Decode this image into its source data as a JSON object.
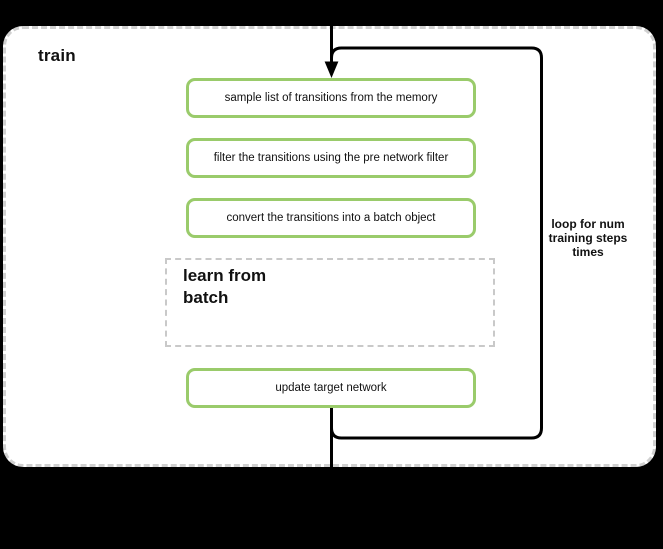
{
  "page": {
    "background_color": "#000000"
  },
  "diagram": {
    "title": "train",
    "container": {
      "fill_color": "#ffffff",
      "border_color": "#d0d0d0",
      "border_style": "dashed"
    },
    "steps": [
      {
        "label": "sample list of transitions from the memory"
      },
      {
        "label": "filter the transitions using the pre network filter"
      },
      {
        "label": "convert the transitions into a batch object"
      }
    ],
    "learn_box": {
      "label": "learn from batch",
      "border_color": "#c9c9c9",
      "border_style": "dashed"
    },
    "final_step": {
      "label": "update target network"
    },
    "loop": {
      "label": "loop for num training steps times",
      "stroke_color": "#000000"
    },
    "colors": {
      "step_border": "#9acb6b",
      "line": "#000000",
      "text": "#111111"
    }
  }
}
